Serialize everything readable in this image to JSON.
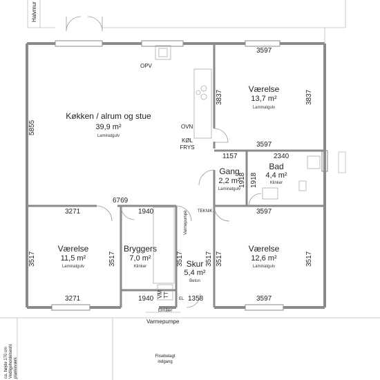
{
  "rooms": {
    "kitchen": {
      "name": "Køkken / alrum og stue",
      "area": "39,9 m²",
      "floor": "Laminatgulv"
    },
    "bedroom_ne": {
      "name": "Værelse",
      "area": "13,7 m²",
      "floor": "Laminatgulv"
    },
    "bath": {
      "name": "Bad",
      "area": "4,4 m²",
      "floor": "Klinker"
    },
    "hall": {
      "name": "Gang",
      "area": "2,2 m²",
      "floor": "Laminatgulv"
    },
    "bedroom_sw": {
      "name": "Værelse",
      "area": "11,5 m²",
      "floor": "Laminatgulv"
    },
    "utility": {
      "name": "Bryggers",
      "area": "7,0 m²",
      "floor": "Klinker"
    },
    "shed": {
      "name": "Skur",
      "area": "5,4 m²",
      "floor": "Beton"
    },
    "bedroom_se": {
      "name": "Værelse",
      "area": "12,6 m²",
      "floor": "Laminatgulv"
    }
  },
  "dimensions": {
    "d3597_top": "3597",
    "d3837_left": "3837",
    "d3837_right": "3837",
    "d3597_mid": "3597",
    "d5855": "5855",
    "d1157": "1157",
    "d2340": "2340",
    "d1918_a": "1918",
    "d1918_b": "1918",
    "d6769": "6769",
    "d3271_top": "3271",
    "d1940_top": "1940",
    "d3597_se_top": "3597",
    "d3517_a": "3517",
    "d3517_b": "3517",
    "d3517_c": "3517",
    "d3517_d": "3517",
    "d3517_e": "3517",
    "d3271_bottom": "3271",
    "d1940_bottom": "1940",
    "d1358": "1358",
    "d3597_bottom": "3597"
  },
  "fixtures": {
    "opv": "OPV",
    "ovn": "OVN",
    "kol": "KØL",
    "frys": "FRYS",
    "teknik": "TEKNIK",
    "varmepumpe_unit": "Varmepumpe",
    "vm": "VM",
    "tt": "TT",
    "el": "EL",
    "elmaaler": "Elmåler"
  },
  "outside": {
    "halvmur": "Halvmur",
    "varmepumpe": "Varmepumpe",
    "fliser_line1": "Flisebelagt",
    "fliser_line2": "indgang",
    "hegn_line1": "ca. højde 170 cm",
    "hegn_line2": "Vedligeholdelsesfri",
    "hegn_line3": "plankeværk"
  }
}
